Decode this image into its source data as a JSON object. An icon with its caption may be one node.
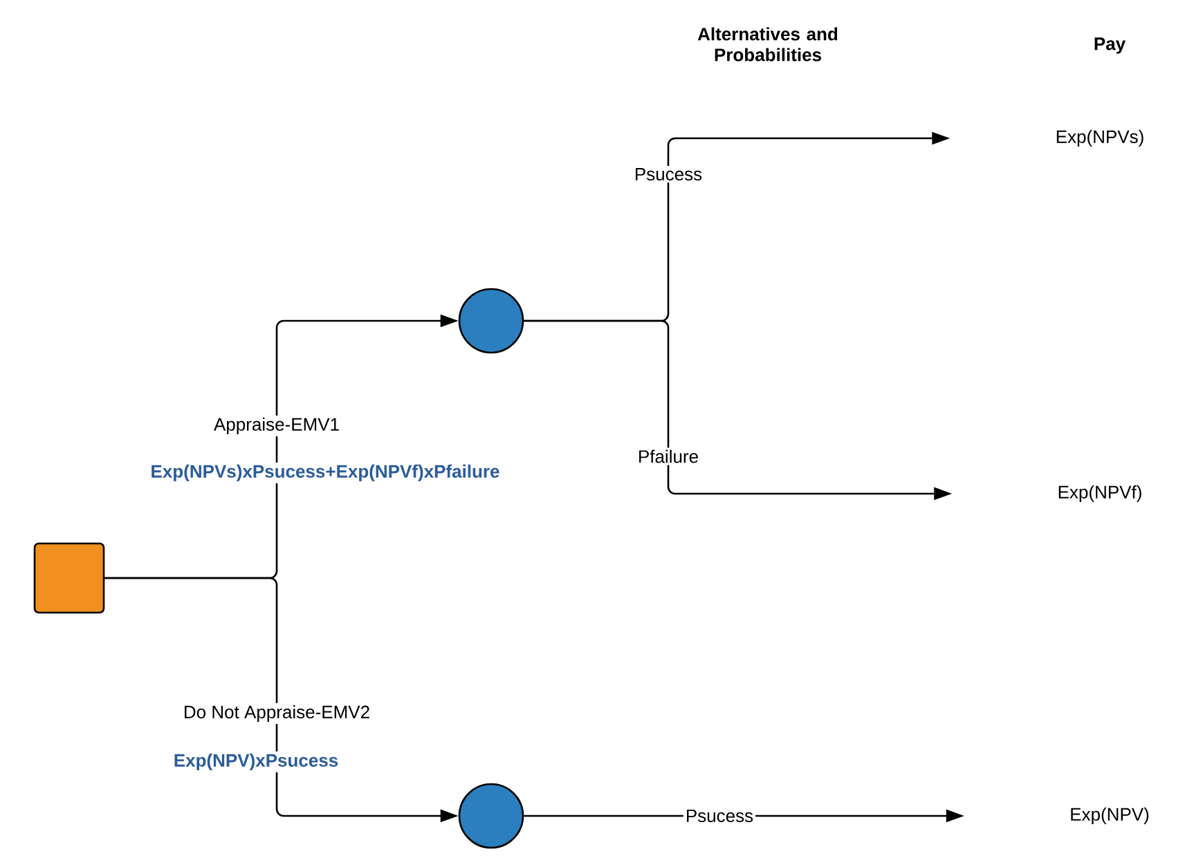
{
  "diagram": {
    "nodes": [
      {
        "text": [],
        "shape": "box"
      },
      {
        "text": [],
        "shape": "circle"
      },
      {
        "text": [],
        "shape": "circle"
      },
      {
        "text": [
          "Exp(NPVs)"
        ]
      },
      {
        "text": [
          "Exp(NPVf)"
        ]
      },
      {
        "text": [
          "Exp(NPV)"
        ]
      }
    ],
    "edges": [
      {
        "from": 0,
        "to": 1,
        "arrow": "to",
        "label": "Appraise-EMV1"
      },
      {
        "from": 0,
        "to": 2,
        "arrow": "to",
        "label": "Do Not Appraise-EMV2"
      },
      {
        "from": 1,
        "to": 3,
        "arrow": "to",
        "label": "Psucess"
      },
      {
        "from": 1,
        "to": 4,
        "arrow": "to",
        "label": "Pfailure"
      },
      {
        "from": 2,
        "to": 5,
        "arrow": "to",
        "label": "Psucess"
      }
    ],
    "labels": [
      "Alternatives and Probabilities",
      "Pay",
      "Exp(NPVs)xPsucess+Exp(NPVf)xPfailure",
      "Exp(NPV)xPsucess"
    ]
  }
}
